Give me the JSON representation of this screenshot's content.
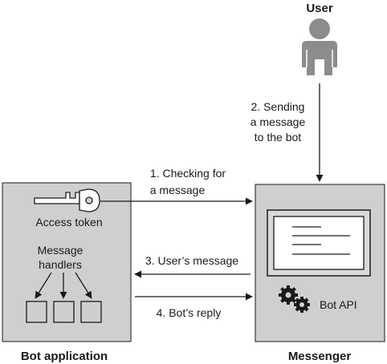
{
  "user": {
    "label": "User"
  },
  "steps": {
    "step2": [
      "2. Sending",
      "a message",
      "to the bot"
    ],
    "step1": [
      "1. Checking for",
      "a message"
    ],
    "step3": "3. User’s message",
    "step4": "4. Bot’s reply"
  },
  "bot_application": {
    "label": "Bot application",
    "access_token_label": "Access token",
    "handlers_label": [
      "Message",
      "handlers"
    ]
  },
  "messenger": {
    "label": "Messenger",
    "bot_api_label": "Bot API"
  },
  "icons": [
    "user-icon",
    "key-icon",
    "gears-icon",
    "screen-icon"
  ],
  "colors": {
    "box_fill": "#cfcfcf",
    "stroke": "#1a1a1a",
    "user_fill": "#8c8c8c"
  }
}
